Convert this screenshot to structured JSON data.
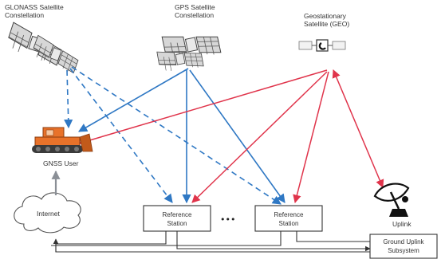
{
  "labels": {
    "glonass_line1": "GLONASS Satellite",
    "glonass_line2": "Constellation",
    "gps_line1": "GPS Satellite",
    "gps_line2": "Constellation",
    "geo_line1": "Geostationary",
    "geo_line2": "Satellite (GEO)",
    "gnss_user": "GNSS User",
    "internet": "Internet",
    "ref1_line1": "Reference",
    "ref1_line2": "Station",
    "ellipsis": "•••",
    "ref2_line1": "Reference",
    "ref2_line2": "Station",
    "dish": "Uplink",
    "ground_line1": "Ground Uplink",
    "ground_line2": "Subsystem"
  },
  "colors": {
    "gps_link": "#2f78c4",
    "geo_link": "#e0344b",
    "user_vehicle": "#e8722a"
  },
  "icons": [
    "satellite-icon",
    "geo-satellite-icon",
    "bulldozer-icon",
    "cloud-icon",
    "satellite-dish-icon"
  ]
}
